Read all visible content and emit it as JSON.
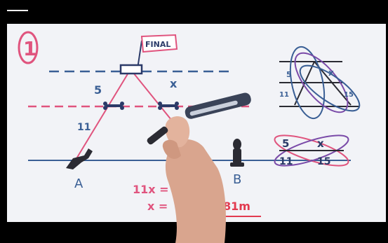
{
  "labels": {
    "problem_number": "1",
    "flag": "FINAL",
    "side_top_left": "5",
    "side_top_right": "x",
    "side_bottom_left": "11",
    "point_a": "A",
    "point_b": "B",
    "eq_line1": "11x =",
    "eq_line2": "x =",
    "answer": "81m",
    "prop_5": "5",
    "prop_x": "x",
    "prop_11": "11",
    "prop_15": "15",
    "cross_5": "5",
    "cross_x": "x",
    "cross_11": "11",
    "cross_15": "15"
  },
  "colors": {
    "board": "#f2f3f7",
    "pink": "#e0547e",
    "blue_line": "#3a5f95",
    "navy": "#2b3a68",
    "purple": "#7a4aa8",
    "red_answer": "#e23a4f",
    "hand": "#d9a58e"
  }
}
